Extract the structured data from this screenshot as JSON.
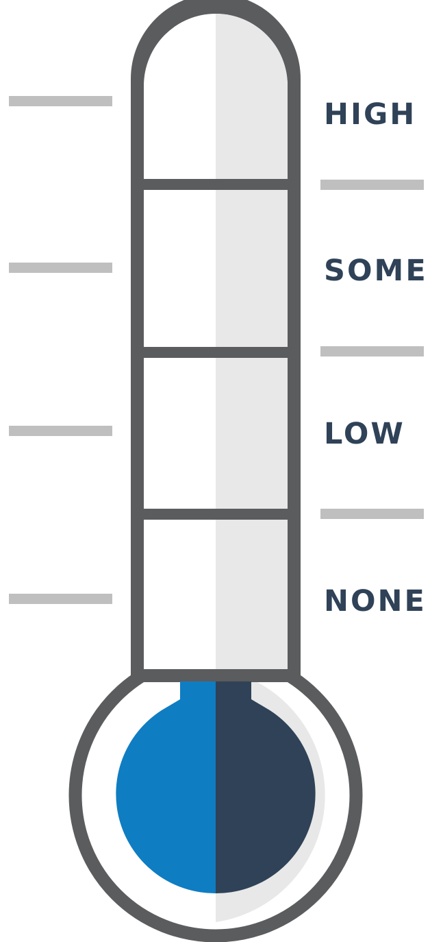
{
  "colors": {
    "background": "#ffffff",
    "outline": "#5b5c5e",
    "tube_light": "#ffffff",
    "tube_shade": "#e8e8e8",
    "tick": "#bfbfbf",
    "label_text": "#2f4257",
    "bulb_left": "#0f7dc2",
    "bulb_right": "#2f4257"
  },
  "levels": [
    {
      "label": "HIGH"
    },
    {
      "label": "SOME"
    },
    {
      "label": "LOW"
    },
    {
      "label": "NONE"
    }
  ],
  "fill_level": 0
}
